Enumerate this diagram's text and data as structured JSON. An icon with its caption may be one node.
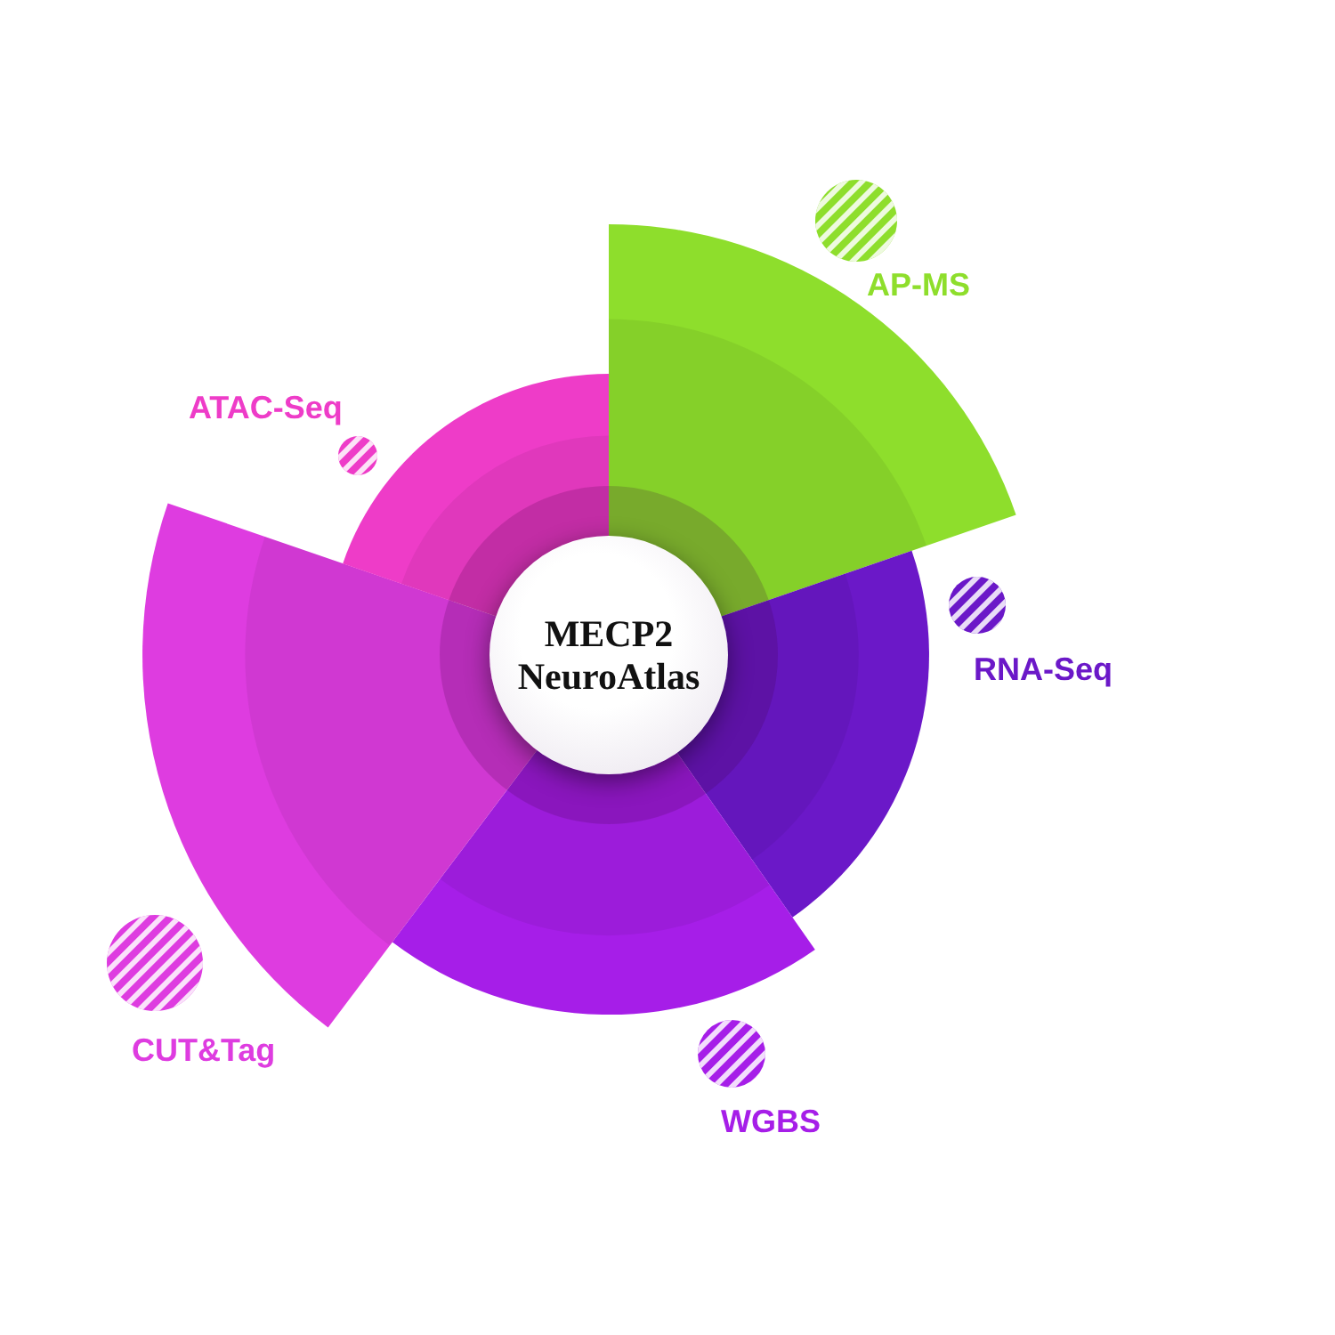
{
  "diagram": {
    "nodes": [
      {
        "text": [
          "MECP2 NeuroAtlas"
        ]
      }
    ],
    "labels": [
      "AP-MS",
      "RNA-Seq",
      "WGBS",
      "CUT&Tag",
      "ATAC-Seq"
    ]
  }
}
